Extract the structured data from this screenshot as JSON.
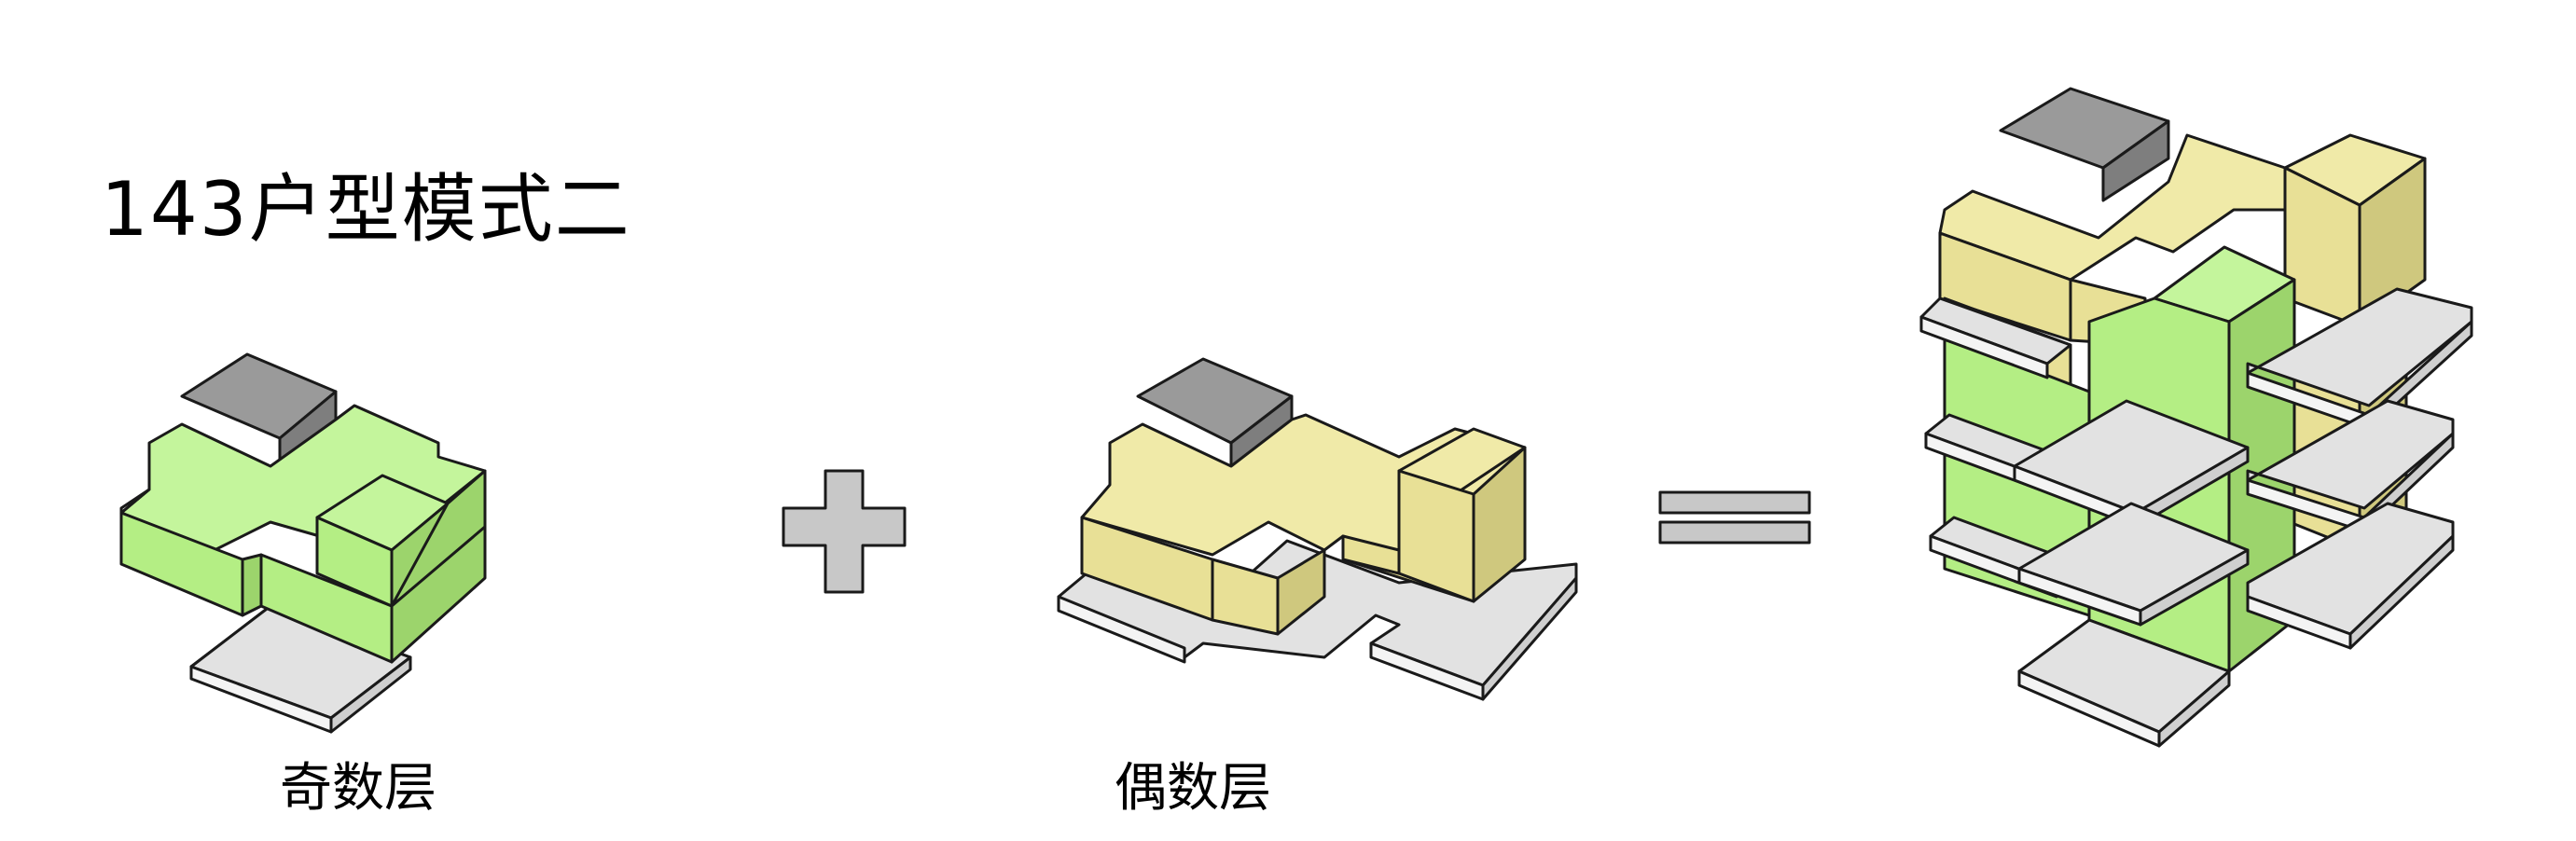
{
  "title": "143户型模式二",
  "labels": {
    "odd": "奇数层",
    "even": "偶数层"
  },
  "operators": {
    "plus": "plus-icon",
    "equals": "equals-icon"
  },
  "colors": {
    "green_top": "#c4f59c",
    "green_front": "#b4ee84",
    "green_side": "#9cd46c",
    "yellow_top": "#f0eaa8",
    "yellow_front": "#e8e096",
    "yellow_side": "#cfc87e",
    "gray_block_top": "#9a9a9a",
    "gray_block_side": "#7e7e7e",
    "slab_top": "#e2e2e2",
    "slab_edge": "#f4f4f4",
    "operator_fill": "#c8c8c8"
  }
}
